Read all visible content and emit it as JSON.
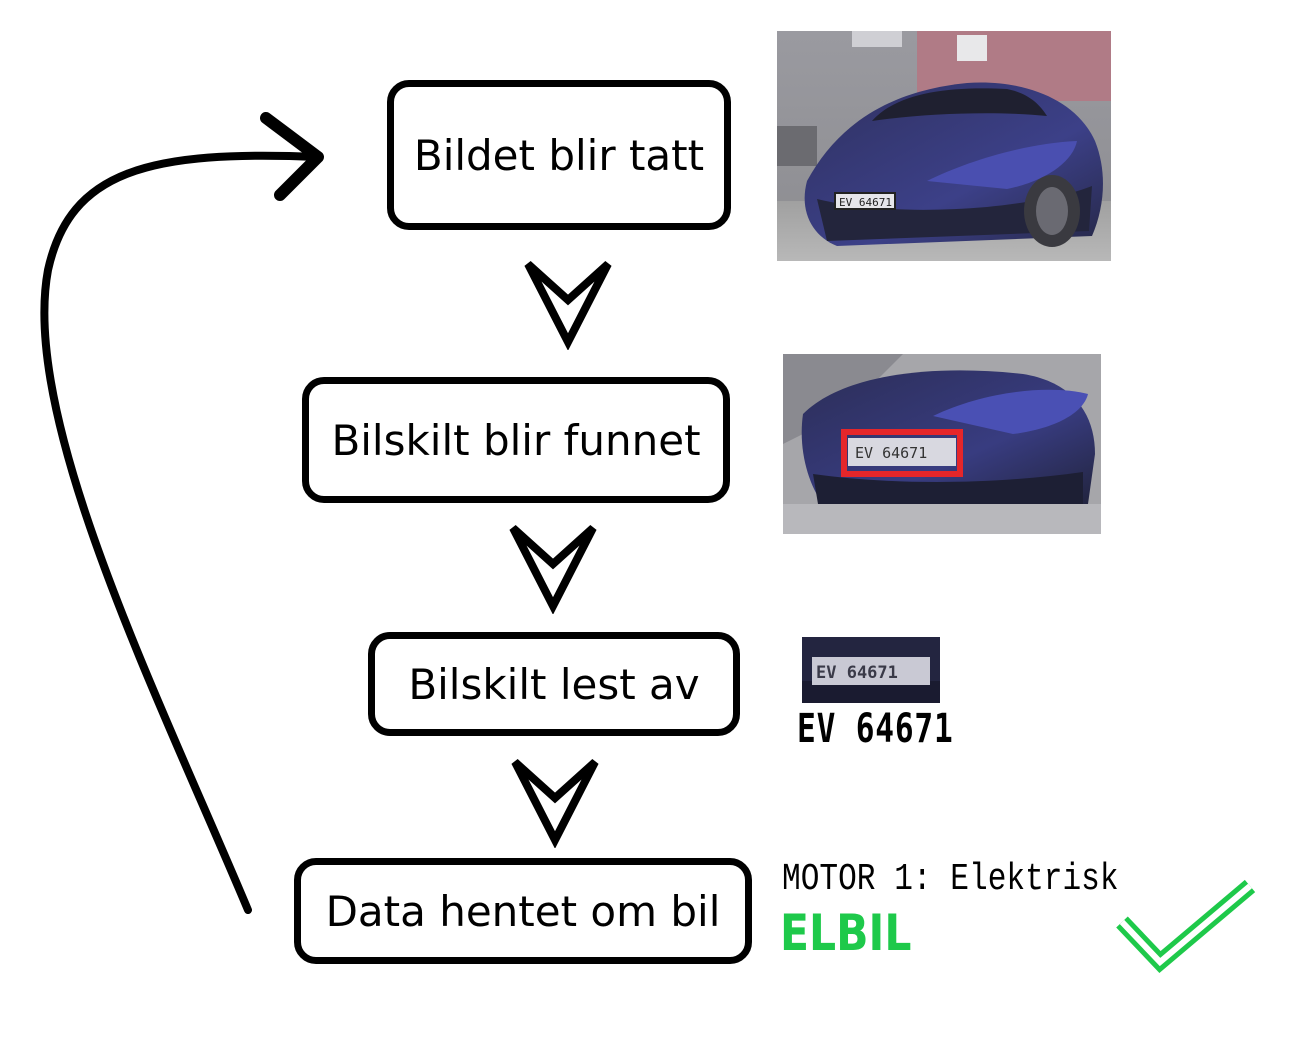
{
  "steps": [
    {
      "label": "Bildet blir tatt"
    },
    {
      "label": "Bilskilt blir funnet"
    },
    {
      "label": "Bilskilt lest av"
    },
    {
      "label": "Data hentet om bil"
    }
  ],
  "result": {
    "plate": "EV 64671",
    "motor": "MOTOR 1: Elektrisk",
    "classification": "ELBIL"
  },
  "images": {
    "car_photo": "blue-car-photo",
    "plate_detection": "plate-detection-photo",
    "plate_crop": "plate-crop-photo",
    "plate_crop_text": "EV 64671"
  },
  "colors": {
    "detection_box": "#e5262a",
    "success": "#1ec94a",
    "car_body": "#3a3e78",
    "line": "#000000"
  }
}
